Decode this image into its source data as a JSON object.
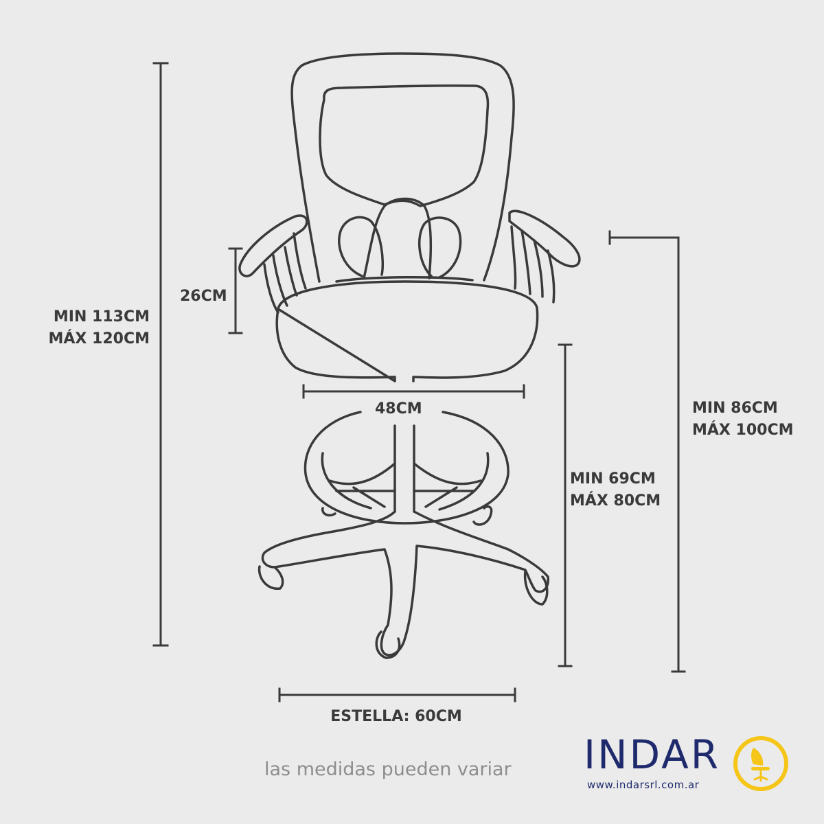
{
  "dimensions": {
    "total_height": {
      "min": "MIN 113CM",
      "max": "MÁX 120CM"
    },
    "backrest_height": "26CM",
    "seat_width": "48CM",
    "footrest_height": {
      "min": "MIN 69CM",
      "max": "MÁX 80CM"
    },
    "armrest_height": {
      "min": "MIN 86CM",
      "max": "MÁX 100CM"
    },
    "base_width": "ESTELLA: 60CM"
  },
  "disclaimer": "las medidas pueden variar",
  "brand": {
    "name": "INDAR",
    "url": "www.indarsrl.com.ar",
    "logo_icon": "chair-logo-icon",
    "colors": {
      "primary": "#1e2a6c",
      "accent": "#f5c518"
    }
  },
  "colors": {
    "background": "#ebebeb",
    "line": "#3a3a3a",
    "disclaimer": "#8d8d8d"
  }
}
